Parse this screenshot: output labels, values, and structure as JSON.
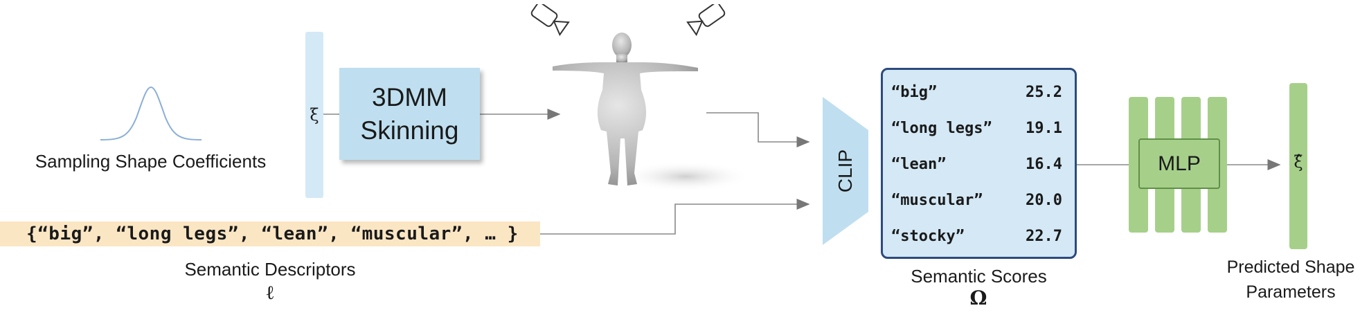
{
  "sampling": {
    "caption": "Sampling Shape Coefficients"
  },
  "xi_bar": {
    "symbol": "ξ"
  },
  "skinning": {
    "line1": "3DMM",
    "line2": "Skinning"
  },
  "descriptors": {
    "text": "{“big”, “long legs”, “lean”, “muscular”, … }",
    "caption": "Semantic Descriptors",
    "symbol": "ℓ"
  },
  "clip": {
    "label": "CLIP"
  },
  "scores": {
    "rows": [
      {
        "label": "“big”",
        "value": "25.2"
      },
      {
        "label": "“long legs”",
        "value": "19.1"
      },
      {
        "label": "“lean”",
        "value": "16.4"
      },
      {
        "label": "“muscular”",
        "value": "20.0"
      },
      {
        "label": "“stocky”",
        "value": "22.7"
      }
    ],
    "caption": "Semantic Scores",
    "symbol": "Ω"
  },
  "mlp": {
    "label": "MLP"
  },
  "output": {
    "symbol": "ξ̂",
    "caption_line1": "Predicted Shape",
    "caption_line2": "Parameters"
  },
  "colors": {
    "light_blue": "#bfdff0",
    "scores_border": "#2d4a7c",
    "green": "#a6d08a",
    "descriptor_bar": "#fbe6c4",
    "arrow": "#777777"
  }
}
